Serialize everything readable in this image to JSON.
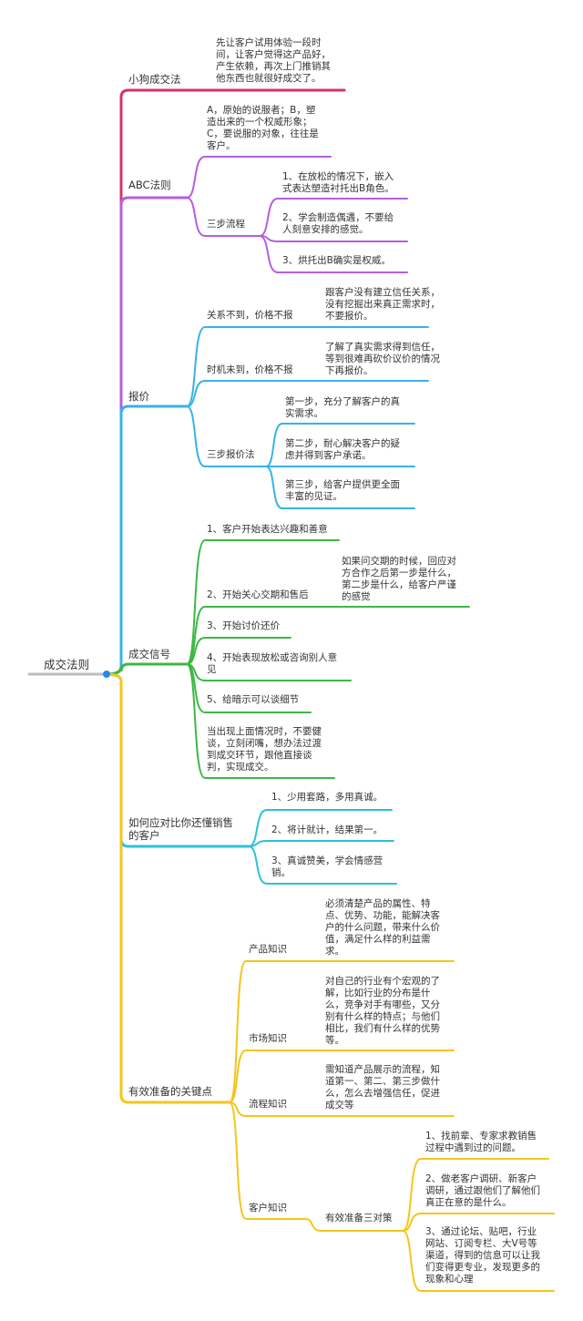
{
  "colors": {
    "root": "#bdbdbd",
    "dot": "#1f8ff0",
    "pink": "#d8316b",
    "purple": "#b45ee0",
    "blue": "#36b3e8",
    "green": "#3cb846",
    "teal": "#2bc2d8",
    "yellow": "#f5c51b"
  },
  "root": "成交法则",
  "branches": {
    "puppy": {
      "label": "小狗成交法",
      "text": "先让客户试用体验一段时\n间，让客户觉得这产品好，\n产生依赖，再次上门推销其\n他东西也就很好成交了。"
    },
    "abc": {
      "label": "ABC法则",
      "definition": "A，原始的说服者；B，塑\n造出来的一个权威形象；\nC，要说服的对象，往往是\n客户。",
      "process_label": "三步流程",
      "steps": [
        "1、在放松的情况下，嵌入\n式表达塑造衬托出B角色。",
        "2、学会制造偶遇，不要给\n人刻意安排的感觉。",
        "3、烘托出B确实是权威。"
      ]
    },
    "quote": {
      "label": "报价",
      "rule1": {
        "label": "关系不到，价格不报",
        "text": "跟客户没有建立信任关系，\n没有挖掘出来真正需求时，\n不要报价。"
      },
      "rule2": {
        "label": "时机未到，价格不报",
        "text": "了解了真实需求得到信任，\n等到很难再砍价议价的情况\n下再报价。"
      },
      "method_label": "三步报价法",
      "steps": [
        "第一步，充分了解客户的真\n实需求。",
        "第二步，耐心解决客户的疑\n虑并得到客户承诺。",
        "第三步，给客户提供更全面\n丰富的见证。"
      ]
    },
    "signals": {
      "label": "成交信号",
      "items": [
        "1、客户开始表达兴趣和善意",
        "2、开始关心交期和售后",
        "3、开始讨价还价",
        "4、开始表现放松或咨询别人意\n见",
        "5、给暗示可以谈细节",
        "当出现上面情况时，不要健\n谈，立刻闭嘴，想办法过渡\n到成交环节，跟他直接谈\n判，实现成交。"
      ],
      "item2_note": "如果问交期的时候，回应对\n方合作之后第一步是什么，\n第二步是什么，给客户严谨\n的感觉"
    },
    "expert": {
      "label": "如何应对比你还懂销售\n的客户",
      "items": [
        "1、少用套路，多用真诚。",
        "2、将计就计，结果第一。",
        "3、真诚赞美，学会情感营\n销。"
      ]
    },
    "prep": {
      "label": "有效准备的关键点",
      "product": {
        "label": "产品知识",
        "text": "必须清楚产品的属性、特\n点、优势、功能，能解决客\n户的什么问题，带来什么价\n值，满足什么样的利益需\n求。"
      },
      "market": {
        "label": "市场知识",
        "text": "对自己的行业有个宏观的了\n解，比如行业的分布是什\n么，竞争对手有哪些，又分\n别有什么样的特点；与他们\n相比，我们有什么样的优势\n等。"
      },
      "process": {
        "label": "流程知识",
        "text": "需知道产品展示的流程，知\n道第一、第二、第三步做什\n么，怎么去增强信任，促进\n成交等"
      },
      "customer": {
        "label": "客户知识",
        "sub_label": "有效准备三对策",
        "items": [
          "1、找前辈、专家求教销售\n过程中遇到过的问题。",
          "2、做老客户调研、新客户\n调研，通过跟他们了解他们\n真正在意的是什么。",
          "3、通过论坛、贴吧，行业\n网站、订阅专栏、大V号等\n渠道，得到的信息可以让我\n们变得更专业，发现更多的\n现象和心理"
        ]
      }
    }
  }
}
